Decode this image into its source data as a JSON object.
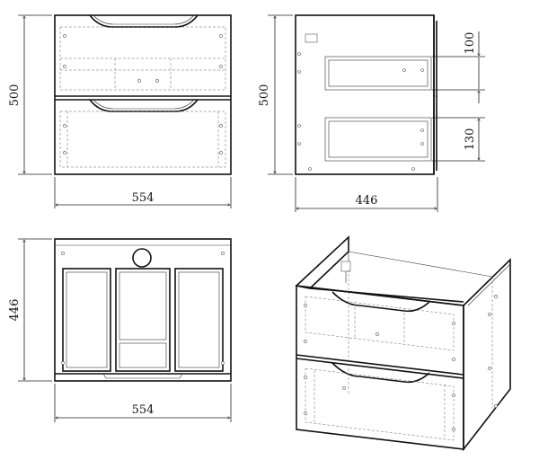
{
  "views": {
    "front": {
      "height_label": "500",
      "width_label": "554"
    },
    "side": {
      "height_label": "500",
      "depth_label": "446",
      "drawer1_label": "100",
      "drawer2_label": "130"
    },
    "top": {
      "depth_label": "446",
      "width_label": "554"
    },
    "iso": {}
  }
}
